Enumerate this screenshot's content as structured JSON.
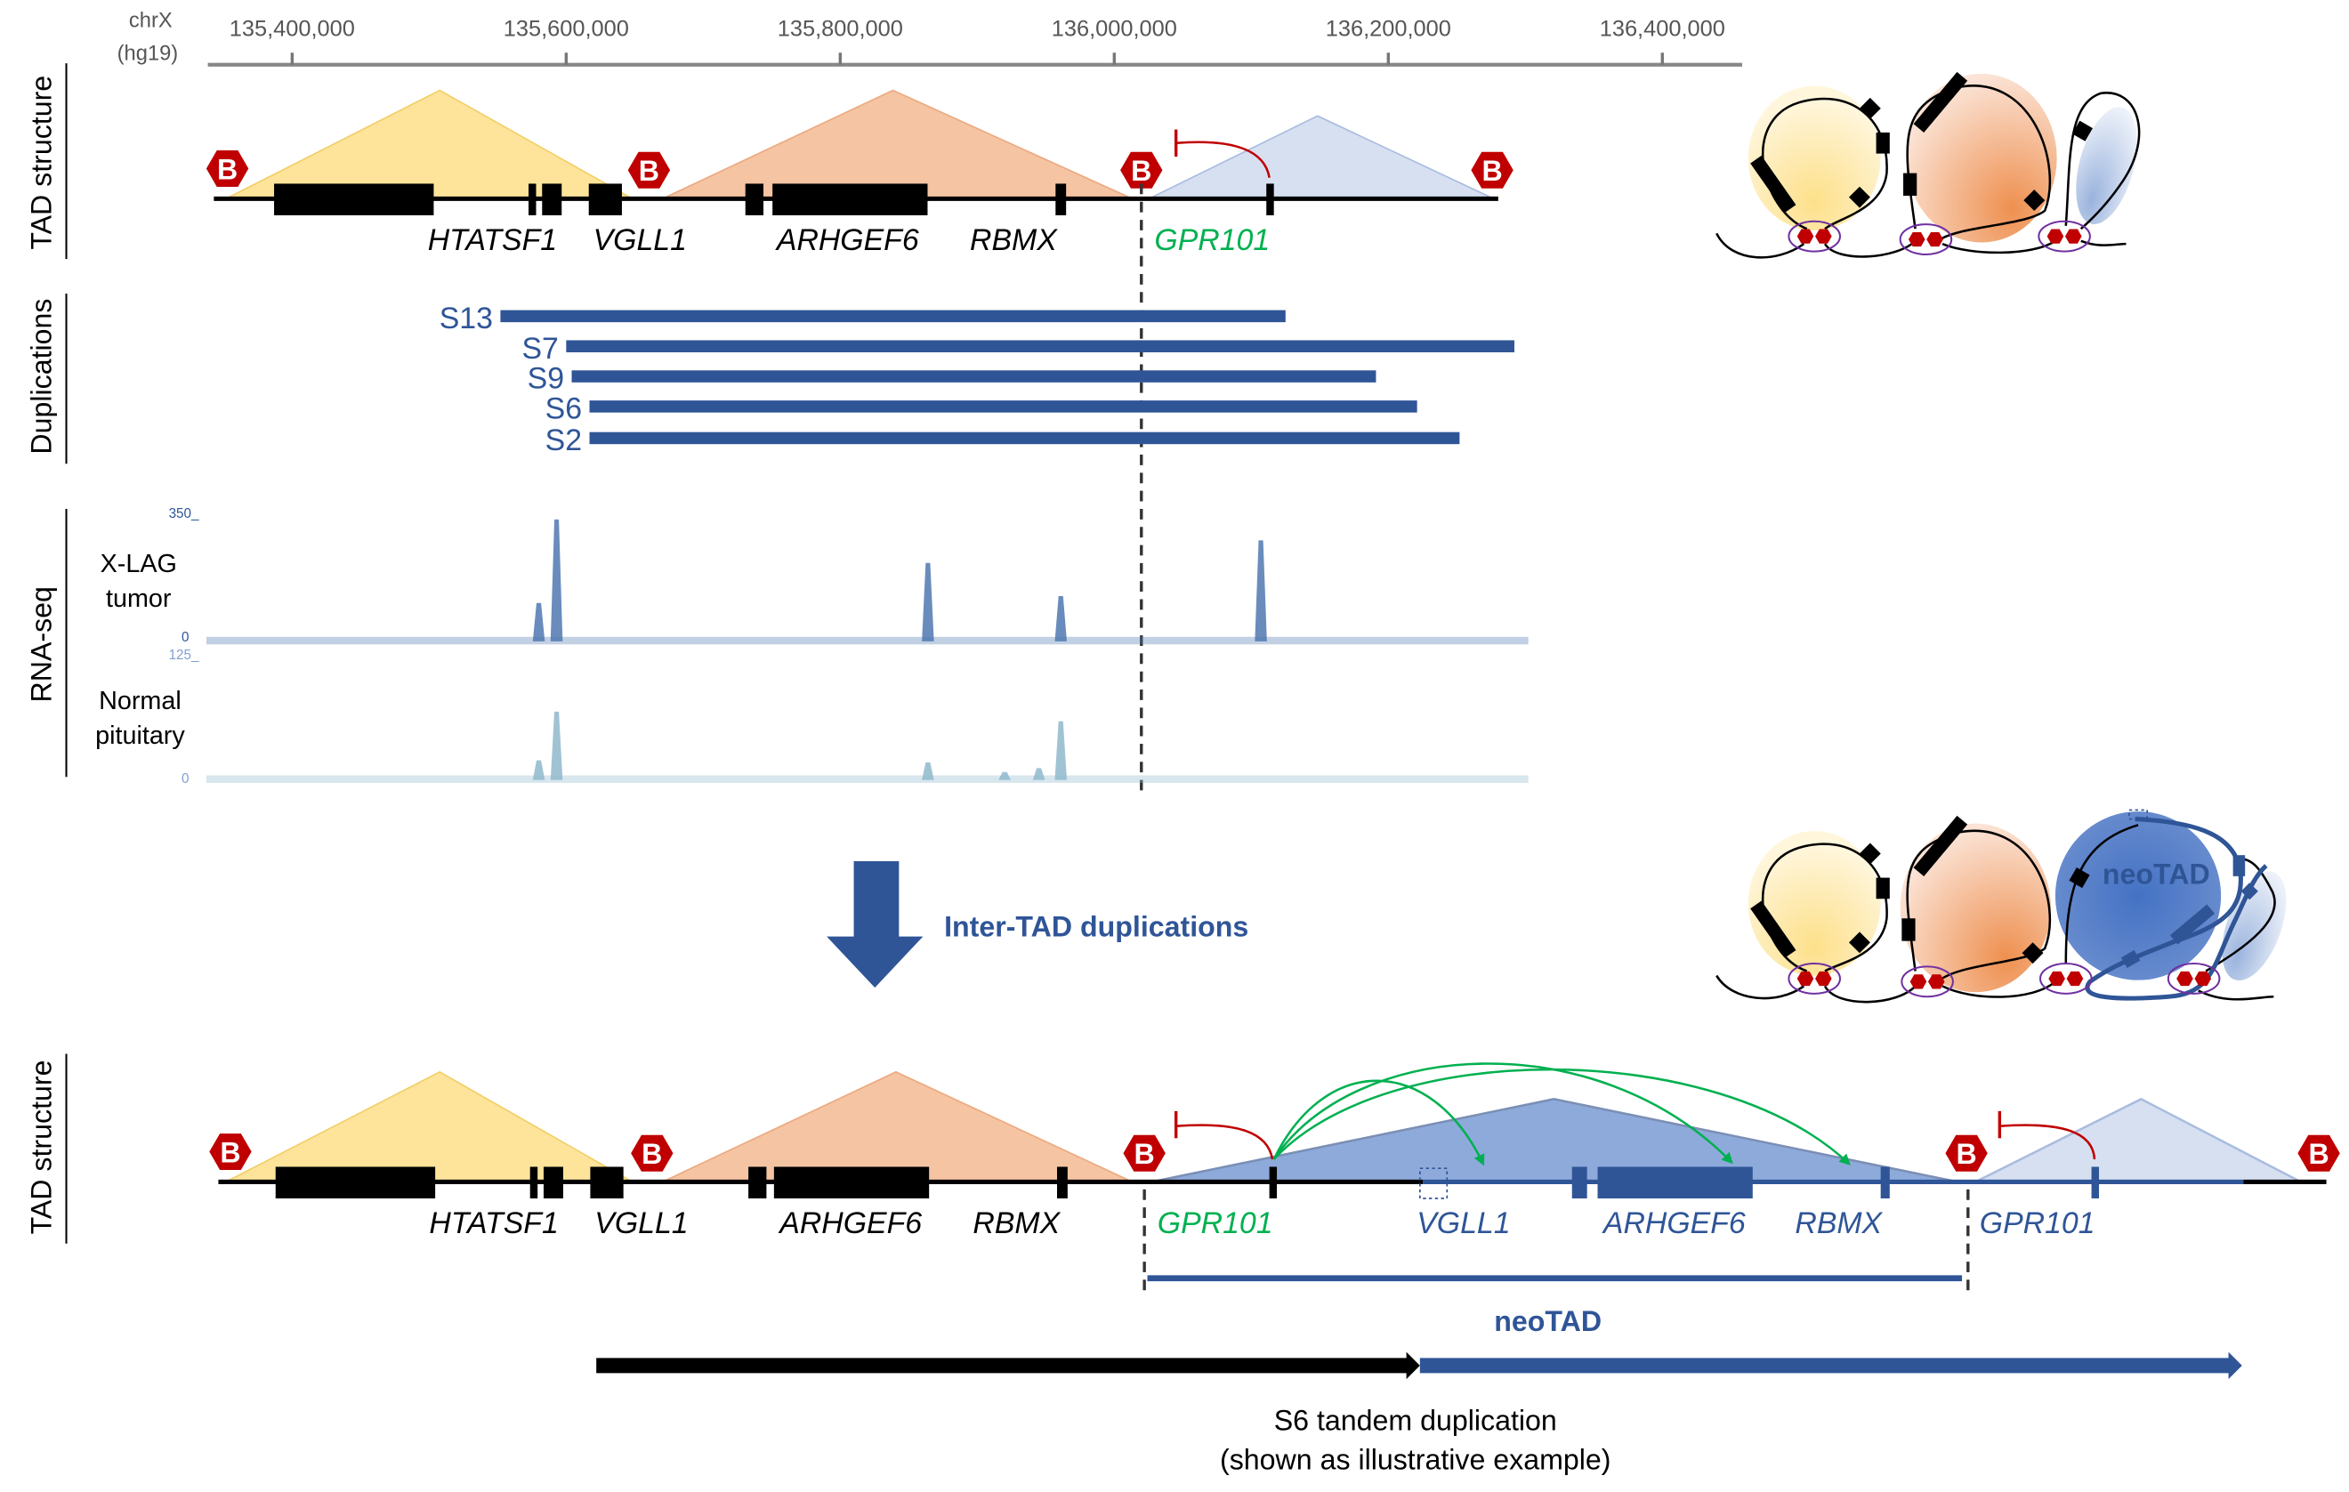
{
  "axis": {
    "chrom_label": "chrX",
    "build_label": "(hg19)",
    "ticks": [
      "135,400,000",
      "135,600,000",
      "135,800,000",
      "136,000,000",
      "136,200,000",
      "136,400,000"
    ],
    "tick_values": [
      135400000,
      135600000,
      135800000,
      136000000,
      136200000,
      136400000
    ]
  },
  "section_labels": {
    "tad_top": "TAD structure",
    "duplications": "Duplications",
    "rnaseq": "RNA-seq",
    "tad_bottom": "TAD structure"
  },
  "boundary_label": "B",
  "genes_top": {
    "htatsf1": "HTATSF1",
    "vgll1": "VGLL1",
    "arhgef6": "ARHGEF6",
    "rbmx": "RBMX",
    "gpr101": "GPR101"
  },
  "duplications": [
    {
      "name": "S13",
      "start": 135552000,
      "end": 136125000
    },
    {
      "name": "S7",
      "start": 135600000,
      "end": 136292000
    },
    {
      "name": "S9",
      "start": 135604000,
      "end": 136191000
    },
    {
      "name": "S6",
      "start": 135617000,
      "end": 136221000
    },
    {
      "name": "S2",
      "start": 135617000,
      "end": 136252000
    }
  ],
  "rnaseq": {
    "tracks": [
      {
        "label_line1": "X-LAG",
        "label_line2": "tumor",
        "ymax_label": "350_",
        "ymin_label": "0",
        "ymax": 350,
        "color": "#4f78b0",
        "peaks": [
          {
            "pos": 135580000,
            "value": 110
          },
          {
            "pos": 135593000,
            "value": 350
          },
          {
            "pos": 135864000,
            "value": 225
          },
          {
            "pos": 135961000,
            "value": 130
          },
          {
            "pos": 136107000,
            "value": 290
          }
        ]
      },
      {
        "label_line1": "Normal",
        "label_line2": "pituitary",
        "ymax_label": "125_",
        "ymin_label": "0",
        "ymax": 125,
        "color": "#8fb8cc",
        "peaks": [
          {
            "pos": 135580000,
            "value": 20
          },
          {
            "pos": 135593000,
            "value": 70
          },
          {
            "pos": 135864000,
            "value": 18
          },
          {
            "pos": 135920000,
            "value": 8
          },
          {
            "pos": 135945000,
            "value": 12
          },
          {
            "pos": 135961000,
            "value": 60
          }
        ]
      }
    ]
  },
  "transition": {
    "label": "Inter-TAD duplications"
  },
  "cartoon": {
    "neotad_label": "neoTAD"
  },
  "genes_bottom": {
    "htatsf1": "HTATSF1",
    "vgll1": "VGLL1",
    "arhgef6": "ARHGEF6",
    "rbmx": "RBMX",
    "gpr101": "GPR101",
    "vgll1_dup": "VGLL1",
    "arhgef6_dup": "ARHGEF6",
    "rbmx_dup": "RBMX",
    "gpr101_dup": "GPR101"
  },
  "neotad_label": "neoTAD",
  "caption": {
    "line1": "S6 tandem duplication",
    "line2": "(shown as illustrative example)"
  },
  "colors": {
    "tad_yellow": "#fde49a",
    "tad_orange": "#f5c4a3",
    "tad_blue_light": "#d6e0f1",
    "tad_blue_neo": "#8eaadb",
    "dup_blue": "#2f5597",
    "boundary_red": "#c00000",
    "enhancer_green": "#00b050"
  }
}
